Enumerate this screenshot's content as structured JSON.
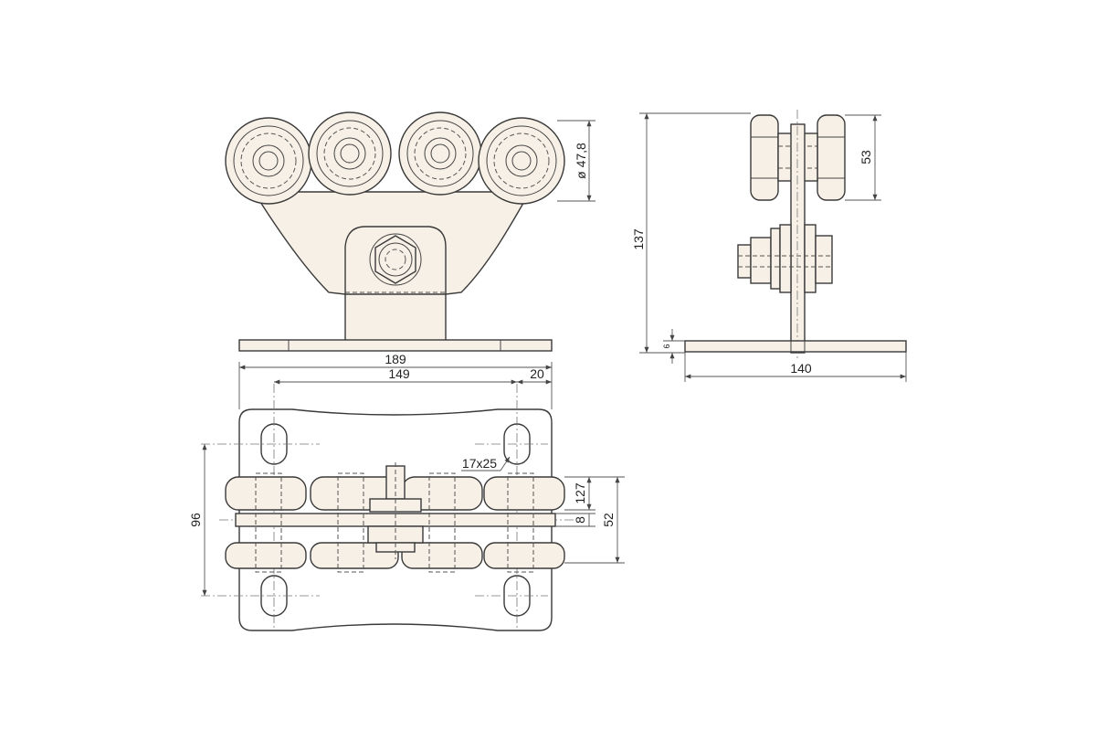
{
  "dimensions": {
    "wheel_diameter": "ø 47,8",
    "side_height": "53",
    "total_height": "137",
    "plate_thickness": "6",
    "side_width": "140",
    "total_length": "189",
    "hole_spacing": "149",
    "hole_edge": "20",
    "slot_size": "17x25",
    "plate_width": "96",
    "width_127": "127",
    "gap_8": "8",
    "width_52": "52"
  }
}
